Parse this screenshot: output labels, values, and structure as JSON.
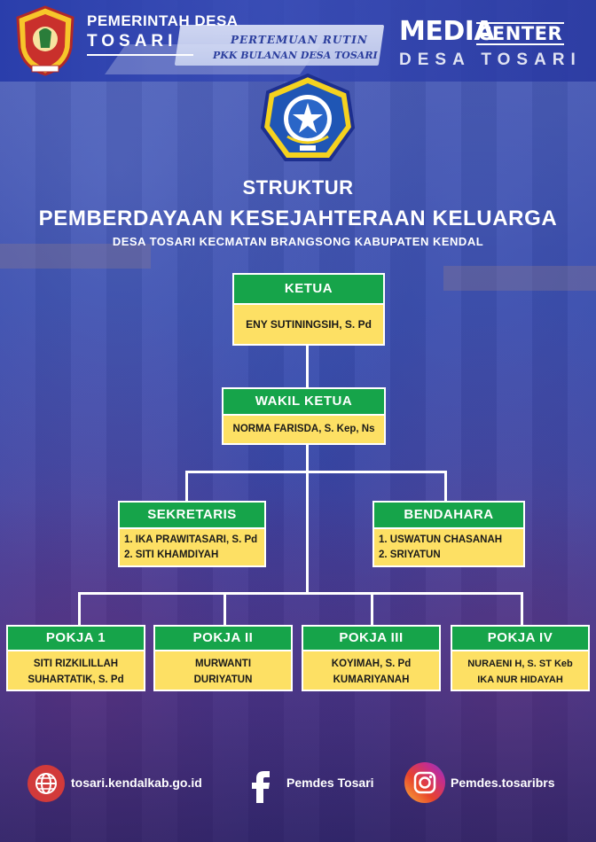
{
  "header": {
    "gov_line1": "PEMERINTAH DESA",
    "gov_line2": "TOSARI",
    "brand_media": "MEDIA",
    "brand_center": "CENTER",
    "brand_desa": "DESA TOSARI",
    "banner_line1": "PERTEMUAN RUTIN",
    "banner_line2": "PKK BULANAN DESA TOSARI"
  },
  "title": {
    "line1": "STRUKTUR",
    "line2": "PEMBERDAYAAN KESEJAHTERAAN KELUARGA",
    "line3": "DESA TOSARI KECMATAN BRANGSONG KABUPATEN KENDAL"
  },
  "org": {
    "ketua": {
      "role": "KETUA",
      "names": [
        "ENY SUTININGSIH, S. Pd"
      ]
    },
    "wakil": {
      "role": "WAKIL KETUA",
      "names": [
        "NORMA FARISDA, S. Kep, Ns"
      ]
    },
    "sekretaris": {
      "role": "SEKRETARIS",
      "names": [
        "1. IKA PRAWITASARI, S. Pd",
        "2. SITI KHAMDIYAH"
      ]
    },
    "bendahara": {
      "role": "BENDAHARA",
      "names": [
        "1. USWATUN CHASANAH",
        "2. SRIYATUN"
      ]
    },
    "pokja1": {
      "role": "POKJA 1",
      "names": [
        "SITI RIZKILILLAH",
        "SUHARTATIK, S. Pd"
      ]
    },
    "pokja2": {
      "role": "POKJA II",
      "names": [
        "MURWANTI",
        "DURIYATUN"
      ]
    },
    "pokja3": {
      "role": "POKJA III",
      "names": [
        "KOYIMAH, S. Pd",
        "KUMARIYANAH"
      ]
    },
    "pokja4": {
      "role": "POKJA IV",
      "names": [
        "NURAENI H, S. ST Keb",
        "IKA NUR HIDAYAH"
      ]
    }
  },
  "footer": {
    "website": "tosari.kendalkab.go.id",
    "facebook": "Pemdes Tosari",
    "instagram": "Pemdes.tosaribrs"
  },
  "colors": {
    "green": "#16a44a",
    "yellow": "#fde064",
    "background_blue": "#3447a8"
  }
}
